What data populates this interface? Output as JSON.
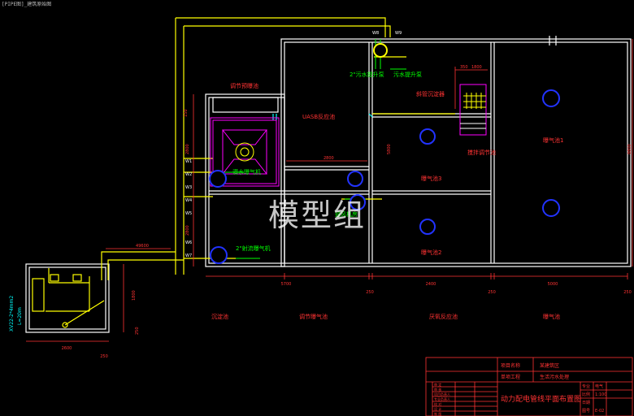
{
  "top_bar": "[PIPE图]_建筑原始图",
  "watermark": "模型组",
  "colors": {
    "wall": "#ffffff",
    "pipe": "#ffff00",
    "air": "#00ff00",
    "label": "#ff3333",
    "dim": "#ff4444",
    "equip": "#0000ff",
    "tank": "#ff00ff",
    "cyan": "#00ffff"
  },
  "labels": {
    "ahead_pool": "调节预曝池",
    "uasb": "UASB反应池",
    "lift_pump": "2\"污水提升泵",
    "sewage_pump": "污水提升泵",
    "tube_settler": "斜管沉淀器",
    "stir_tank_top": "搅拌调节池",
    "aeration1": "曝气池1",
    "aeration2": "曝气池2",
    "aeration3": "曝气池3",
    "settling_pool": "沉淀池",
    "submersible_blower": "潜水曝气机",
    "sludge_pump": "2\"射流曝气机",
    "blower_room_label": "鼓风机房",
    "side_vert1": "XV22-2*4mm2",
    "side_vert2": "L=20m"
  },
  "valve_tags": [
    "W1",
    "W2",
    "W3",
    "W4",
    "W5",
    "W6",
    "W7",
    "W8",
    "W9"
  ],
  "dimensions": {
    "top1": "1800",
    "top2": "2800",
    "left1": "2800",
    "left2": "2800",
    "mid_right": "5800",
    "right_tall": "8800",
    "bottom1": "5700",
    "bottom2": "250",
    "bottom3": "2400",
    "bottom4": "250",
    "bottom5": "5000",
    "bottom6": "250",
    "pipe_len": "49600",
    "small_bot": "2600",
    "small_250": "250",
    "sl_v1": "1800",
    "sl_v2": "250",
    "dim_350": "350",
    "dim_150": "150"
  },
  "bottom_labels": {
    "b1": "沉淀池",
    "b2": "调节曝气池",
    "b3": "厌氧反应池",
    "b4": "曝气池"
  },
  "title_block": {
    "proj_name_label": "项目名称",
    "proj_name": "某建筑区",
    "sub_label": "单项工程",
    "sub": "生活污水处理",
    "drawing_title": "动力配电管线平面布置图",
    "rows_left": [
      "审 定",
      "审 核",
      "项目负责人",
      "专业负责人",
      "校 对",
      "设 计",
      "制 图"
    ],
    "right_keys": [
      "专业",
      "比例",
      "日期",
      "图号"
    ],
    "right_vals": [
      "电气",
      "1:100",
      "",
      "E-02"
    ]
  }
}
